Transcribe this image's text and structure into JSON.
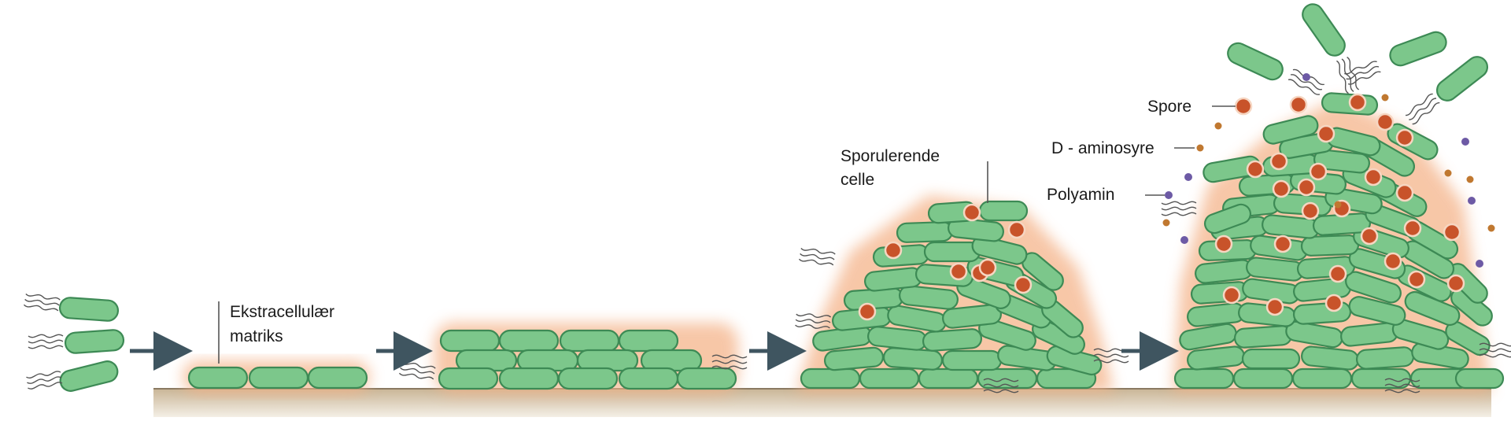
{
  "colors": {
    "cell_fill": "#7cc78b",
    "cell_stroke": "#3d8a55",
    "spore": "#c8532a",
    "matrix_glow": "#f4b48a",
    "d_aminosyre": "#c07830",
    "polyamin": "#6d5aa5",
    "surface": "#d8c8ae"
  },
  "labels": {
    "matrix_line1": "Ekstracellulær",
    "matrix_line2": "matriks",
    "sporulating_line1": "Sporulerende",
    "sporulating_line2": "celle",
    "spore": "Spore",
    "d_amino": "D - aminosyre",
    "polyamin": "Polyamin"
  },
  "stages": [
    "planktonic-cells",
    "monolayer-with-matrix",
    "double-layer-biofilm",
    "sporulating-mound",
    "dispersing-biofilm"
  ]
}
